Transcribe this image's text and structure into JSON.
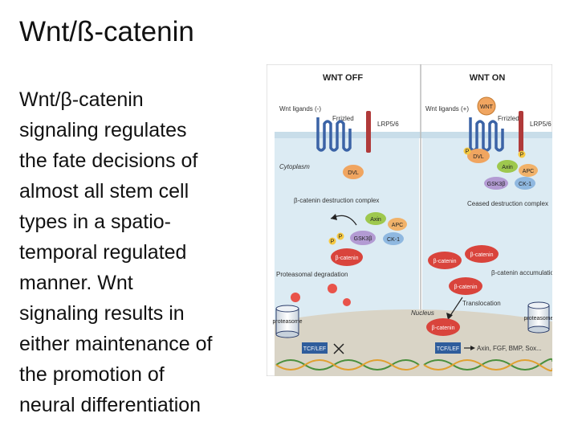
{
  "slide": {
    "title": "Wnt/ß-catenin",
    "body_lines": [
      "Wnt/β-catenin",
      "signaling regulates",
      "the fate decisions of",
      "almost all stem cell",
      "types in a spatio-",
      "temporal regulated",
      "manner. Wnt",
      "signaling results in",
      "either maintenance of",
      "the promotion of",
      "neural differentiation"
    ]
  },
  "figure": {
    "off": {
      "header": "WNT OFF",
      "ligands": "Wnt ligands (-)",
      "frizzled": "Frrizled",
      "lrp": "LRP5/6",
      "cytoplasm": "Cytoplasm",
      "dvl": "DVL",
      "complex_label": "β-catenin destruction complex",
      "axin": "Axin",
      "apc": "APC",
      "gsk": "GSK3β",
      "ck1": "CK-1",
      "bcat": "β-catenin",
      "degradation": "Proteasomal degradation",
      "proteasome": "proteasome",
      "tcf": "TCF/LEF",
      "p": "P"
    },
    "on": {
      "header": "WNT ON",
      "ligands": "Wnt ligands (+)",
      "wnt": "WNT",
      "frizzled": "Frrizled",
      "lrp": "LRP5/6",
      "dvl": "DVL",
      "axin": "Axin",
      "apc": "APC",
      "gsk": "GSK3β",
      "ck1": "CK-1",
      "ceased": "Ceased destruction complex",
      "bcat": "β-catenin",
      "accumulation": "β-catenin accumulation",
      "translocation": "Translocation",
      "nucleus": "Nucleus",
      "proteasome": "proteasome",
      "tcf": "TCF/LEF",
      "targets": "Axin, FGF, BMP, Sox...",
      "p": "P"
    }
  },
  "colors": {
    "cytoplasm_bg": "#dcebf3",
    "nucleus_bg": "#d9d4c6",
    "receptor_blue": "#3b63a6",
    "lrp_red": "#b03a3a",
    "bcat_red": "#d9443c",
    "dvl_orange": "#f0a560",
    "axin_green": "#9ec84e",
    "apc_orange": "#f1b26a",
    "gsk_purple": "#b39bd3",
    "ck1_blue": "#8fb8e0",
    "tcf_box": "#2f5d9c"
  },
  "icons": [
    "frizzled-receptor-icon",
    "lrp-receptor-icon",
    "proteasome-icon",
    "dna-helix-icon",
    "phosphate-icon"
  ]
}
